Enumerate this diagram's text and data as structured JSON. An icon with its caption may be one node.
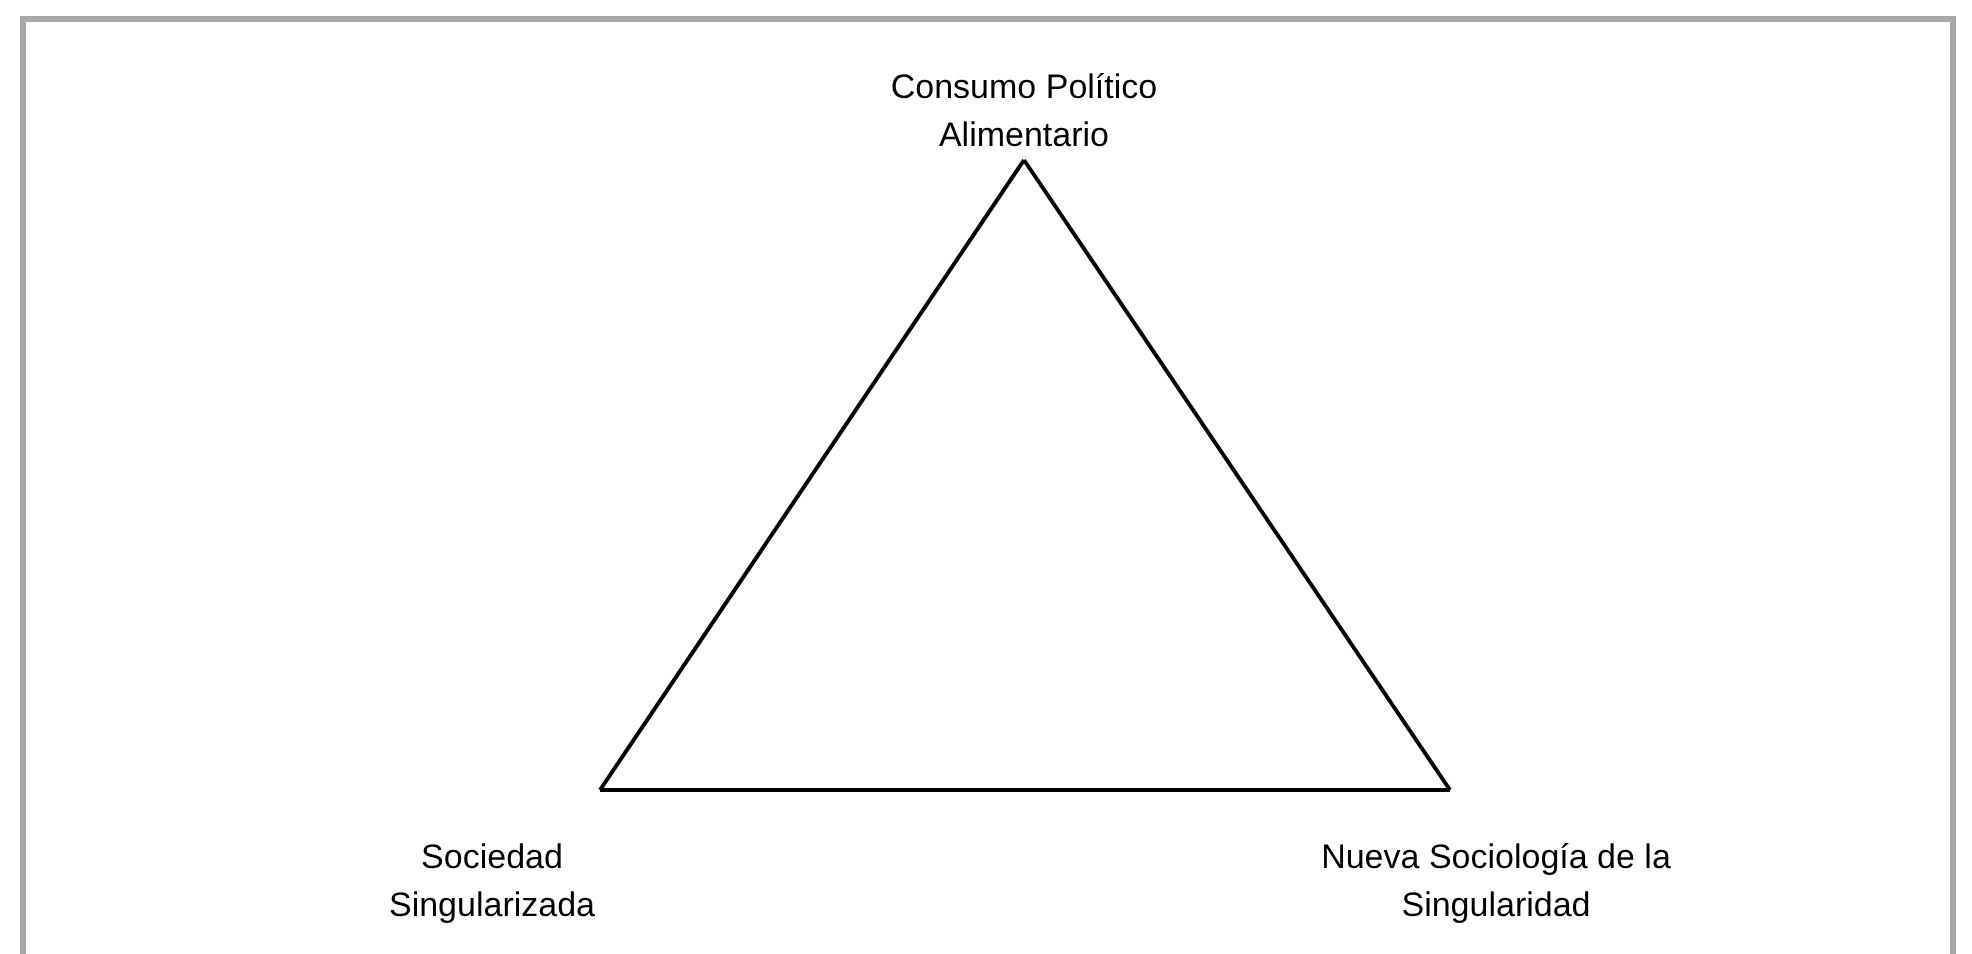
{
  "diagram": {
    "nodes": [
      {
        "text": [
          "Consumo Político Alimentario"
        ]
      },
      {
        "text": [
          "Sociedad Singularizada"
        ]
      },
      {
        "text": [
          "Nueva Sociología de la Singularidad"
        ]
      }
    ],
    "edges": [
      {
        "from": 0,
        "to": 1,
        "arrow": "none"
      },
      {
        "from": 1,
        "to": 2,
        "arrow": "none"
      },
      {
        "from": 0,
        "to": 2,
        "arrow": "none"
      }
    ]
  }
}
